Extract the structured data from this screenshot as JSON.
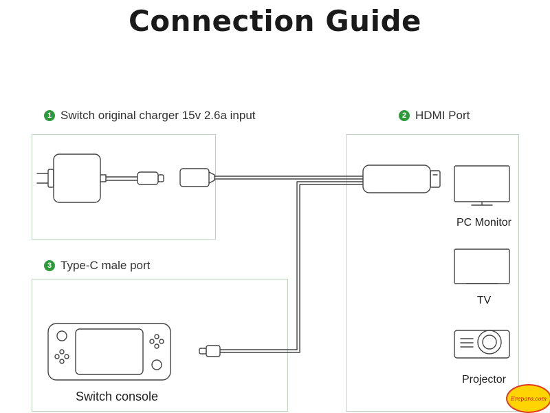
{
  "title": "Connection Guide",
  "sections": [
    {
      "number": "1",
      "label": "Switch original charger 15v 2.6a  input"
    },
    {
      "number": "2",
      "label": "HDMI Port"
    },
    {
      "number": "3",
      "label": "Type-C  male port"
    }
  ],
  "devices": {
    "pc_monitor": "PC Monitor",
    "tv": "TV",
    "projector": "Projector",
    "console": "Switch console"
  },
  "colors": {
    "badge": "#2e9a3c",
    "panel_border": "#b9d6bd",
    "line": "#444444"
  },
  "watermark": "Ereparo.com"
}
